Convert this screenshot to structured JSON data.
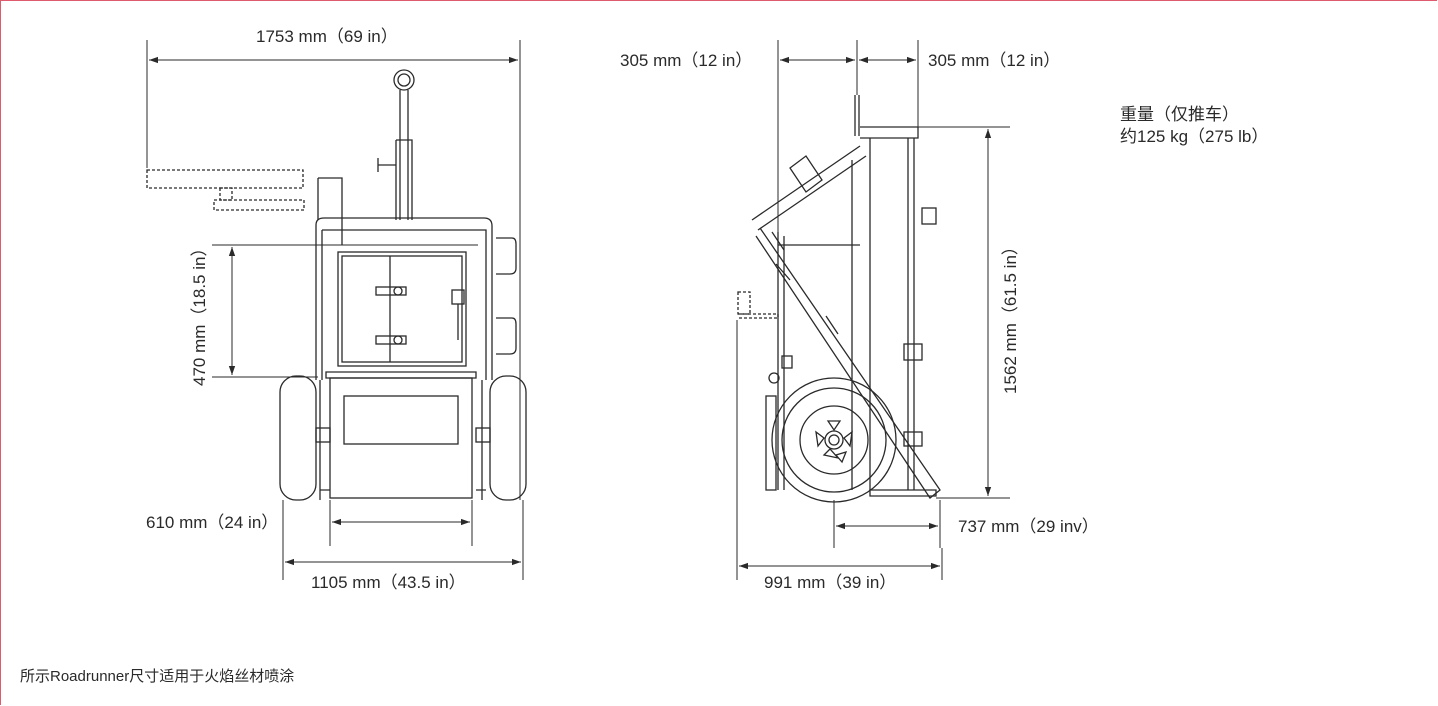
{
  "front_view": {
    "overall_width": "1753 mm（69 in）",
    "drawer_height": "470 mm（18.5 in）",
    "axle_width": "610 mm（24 in）",
    "base_width": "1105 mm（43.5 in）"
  },
  "side_view": {
    "left_offset": "305 mm（12 in）",
    "right_offset": "305 mm（12 in）",
    "height": "1562 mm（61.5 in）",
    "wheel_depth": "737 mm（29 inv）",
    "overall_depth": "991 mm（39 in）"
  },
  "weight": {
    "label": "重量（仅推车）",
    "value": "约125 kg（275 lb）"
  },
  "caption": "所示Roadrunner尺寸适用于火焰丝材喷涂",
  "colors": {
    "frame_border": "#e05a6e",
    "line": "#2a2a2a"
  }
}
